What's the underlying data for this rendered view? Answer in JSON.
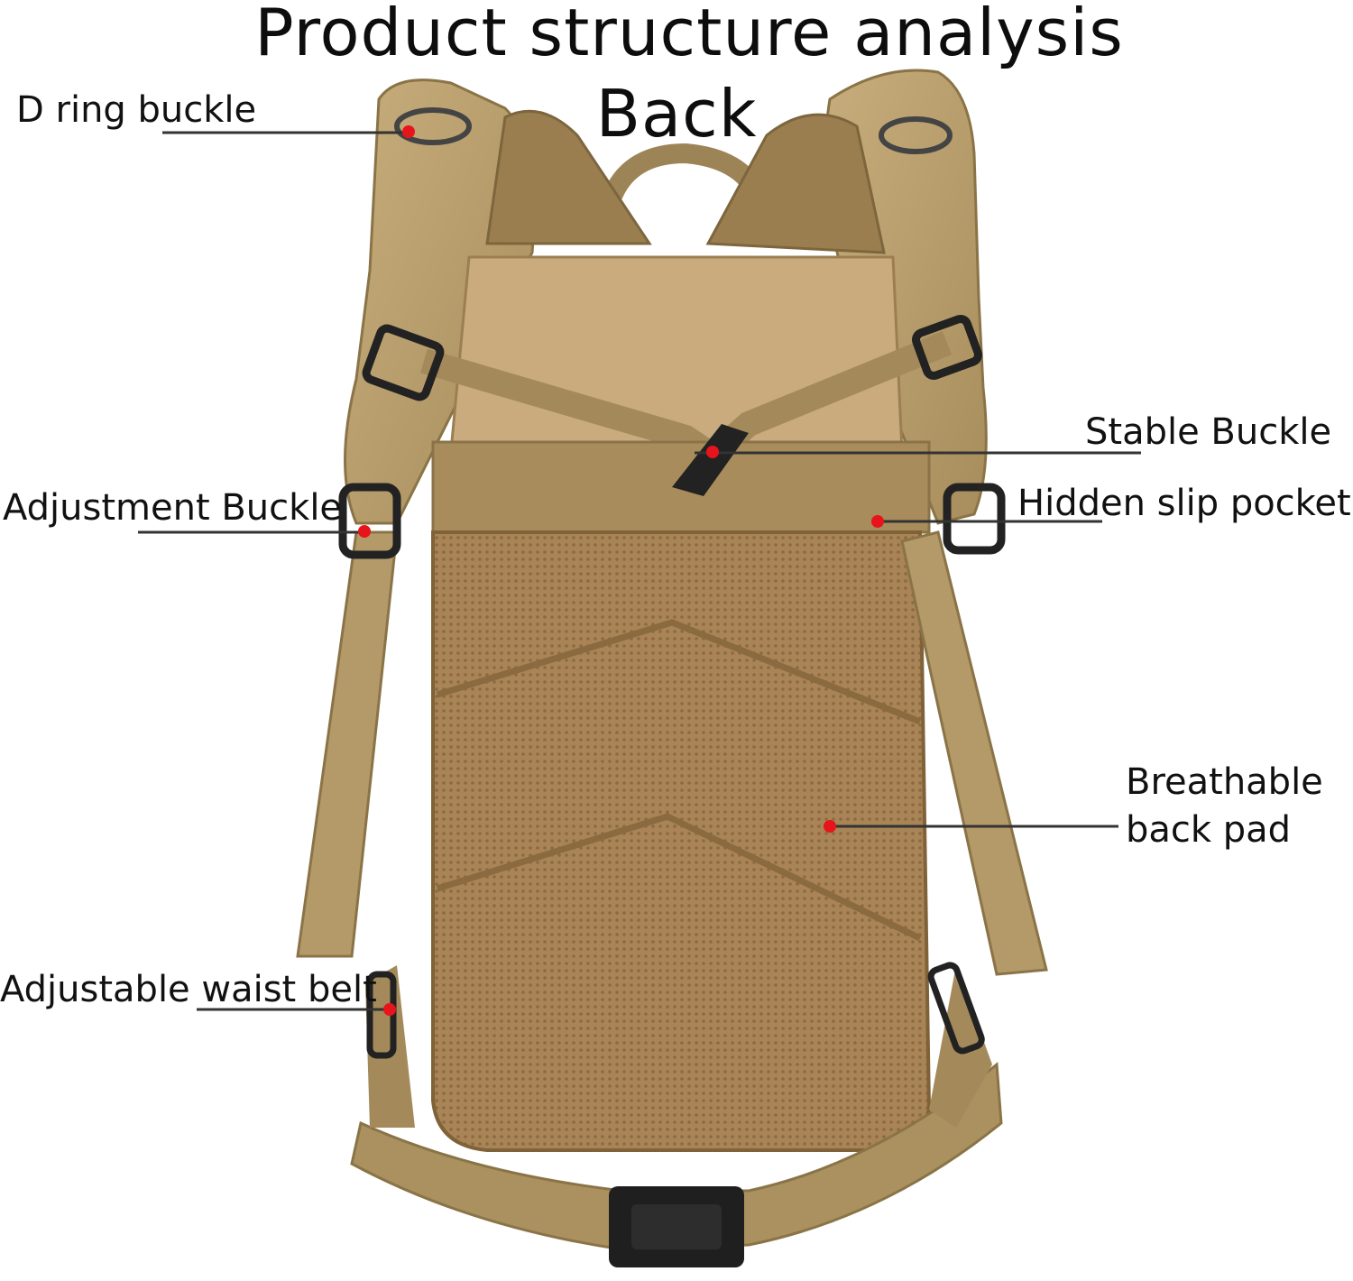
{
  "title": {
    "line1": "Product structure analysis",
    "line2": "Back"
  },
  "callouts": {
    "d_ring_buckle": "D ring buckle",
    "stable_buckle": "Stable Buckle",
    "adjustment_buckle": "Adjustment Buckle",
    "hidden_slip_pocket": "Hidden slip pocket",
    "breathable_back_pad_line1": "Breathable",
    "breathable_back_pad_line2": "back pad",
    "adjustable_waist_belt": "Adjustable waist belt"
  },
  "colors": {
    "fabric": "#b39a6a",
    "fabric_dark": "#8a7447",
    "mesh": "#a98457",
    "hardware": "#222222",
    "marker": "#e8141b"
  }
}
